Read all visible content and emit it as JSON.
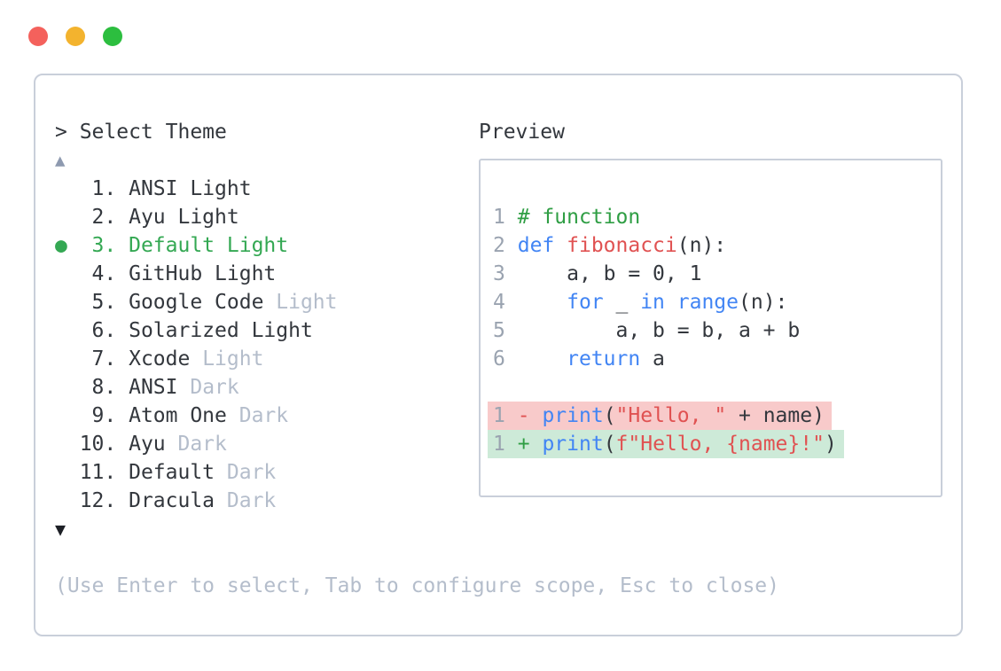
{
  "colors": {
    "dot-red": "#f4615c",
    "dot-yellow": "#f3b32e",
    "dot-green": "#2cbe3f",
    "border": "#c9cfda",
    "text-dark": "#33373d",
    "muted": "#b4bdcb",
    "line-number": "#9aa3b0",
    "scroll-up": "#8e9ab0",
    "scroll-down": "#1d2026",
    "selected-green": "#34a853",
    "comment-green": "#2f9e44",
    "keyword-blue": "#4285f4",
    "string-red": "#e05252",
    "del-marker": "#e05252",
    "add-marker": "#2f9e44",
    "del-bg": "#f8caca",
    "add-bg": "#cdead8"
  },
  "selector": {
    "prompt": "> Select Theme",
    "scroll_up_glyph": "▲",
    "scroll_down_glyph": "▼",
    "items": [
      {
        "number": "1",
        "name": "ANSI",
        "variant": "Light",
        "variant_muted": false,
        "selected": false
      },
      {
        "number": "2",
        "name": "Ayu",
        "variant": "Light",
        "variant_muted": false,
        "selected": false
      },
      {
        "number": "3",
        "name": "Default",
        "variant": "Light",
        "variant_muted": false,
        "selected": true
      },
      {
        "number": "4",
        "name": "GitHub",
        "variant": "Light",
        "variant_muted": false,
        "selected": false
      },
      {
        "number": "5",
        "name": "Google Code",
        "variant": "Light",
        "variant_muted": true,
        "selected": false
      },
      {
        "number": "6",
        "name": "Solarized",
        "variant": "Light",
        "variant_muted": false,
        "selected": false
      },
      {
        "number": "7",
        "name": "Xcode",
        "variant": "Light",
        "variant_muted": true,
        "selected": false
      },
      {
        "number": "8",
        "name": "ANSI",
        "variant": "Dark",
        "variant_muted": true,
        "selected": false
      },
      {
        "number": "9",
        "name": "Atom One",
        "variant": "Dark",
        "variant_muted": true,
        "selected": false
      },
      {
        "number": "10",
        "name": "Ayu",
        "variant": "Dark",
        "variant_muted": true,
        "selected": false
      },
      {
        "number": "11",
        "name": "Default",
        "variant": "Dark",
        "variant_muted": true,
        "selected": false
      },
      {
        "number": "12",
        "name": "Dracula",
        "variant": "Dark",
        "variant_muted": true,
        "selected": false
      }
    ],
    "footer": "(Use Enter to select, Tab to configure scope, Esc to close)"
  },
  "preview": {
    "label": "Preview",
    "lines": [
      {
        "diff": null,
        "tokens": [
          [
            "1",
            "num"
          ],
          [
            " ",
            "plain"
          ],
          [
            "# function",
            "comment"
          ]
        ]
      },
      {
        "diff": null,
        "tokens": [
          [
            "2",
            "num"
          ],
          [
            " ",
            "plain"
          ],
          [
            "def",
            "kw"
          ],
          [
            " ",
            "plain"
          ],
          [
            "fibonacci",
            "fn"
          ],
          [
            "(n):",
            "plain"
          ]
        ]
      },
      {
        "diff": null,
        "tokens": [
          [
            "3",
            "num"
          ],
          [
            "     a, b = 0, 1",
            "plain"
          ]
        ]
      },
      {
        "diff": null,
        "tokens": [
          [
            "4",
            "num"
          ],
          [
            "     ",
            "plain"
          ],
          [
            "for",
            "kw"
          ],
          [
            " _ ",
            "plain"
          ],
          [
            "in",
            "kw"
          ],
          [
            " ",
            "plain"
          ],
          [
            "range",
            "kw"
          ],
          [
            "(n):",
            "plain"
          ]
        ]
      },
      {
        "diff": null,
        "tokens": [
          [
            "5",
            "num"
          ],
          [
            "         a, b = b, a + b",
            "plain"
          ]
        ]
      },
      {
        "diff": null,
        "tokens": [
          [
            "6",
            "num"
          ],
          [
            "     ",
            "plain"
          ],
          [
            "return",
            "kw"
          ],
          [
            " a",
            "plain"
          ]
        ]
      },
      {
        "diff": null,
        "tokens": []
      },
      {
        "diff": "del",
        "tokens": [
          [
            "1",
            "num"
          ],
          [
            " ",
            "plain"
          ],
          [
            "-",
            "del"
          ],
          [
            " ",
            "plain"
          ],
          [
            "print",
            "kw"
          ],
          [
            "(",
            "plain"
          ],
          [
            "\"Hello, \"",
            "str"
          ],
          [
            " + name)",
            "plain"
          ]
        ]
      },
      {
        "diff": "add",
        "tokens": [
          [
            "1",
            "num"
          ],
          [
            " ",
            "plain"
          ],
          [
            "+",
            "add"
          ],
          [
            " ",
            "plain"
          ],
          [
            "print",
            "kw"
          ],
          [
            "(",
            "plain"
          ],
          [
            "f\"Hello, {name}!\"",
            "str"
          ],
          [
            ")",
            "plain"
          ]
        ]
      }
    ]
  }
}
